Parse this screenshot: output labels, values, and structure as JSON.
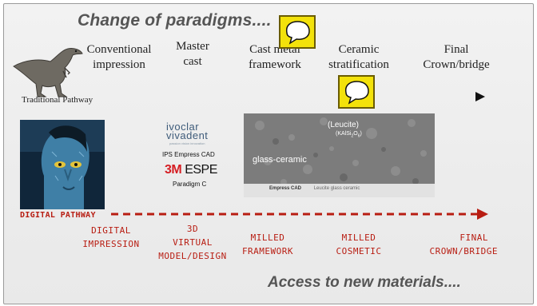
{
  "title": "Change of paradigms....",
  "footer": "Access to new materials....",
  "traditional": {
    "label": "Traditional Pathway",
    "steps": [
      {
        "l1": "Conventional",
        "l2": "impression"
      },
      {
        "l1": "Master",
        "l2": "cast"
      },
      {
        "l1": "Cast metal",
        "l2": "framework"
      },
      {
        "l1": "Ceramic",
        "l2": "stratification"
      },
      {
        "l1": "Final",
        "l2": "Crown/bridge"
      }
    ]
  },
  "digital": {
    "label": "DIGITAL PATHWAY",
    "steps": [
      {
        "l1": "DIGITAL",
        "l2": "IMPRESSION",
        "l3": ""
      },
      {
        "l1": "3D",
        "l2": "VIRTUAL",
        "l3": "MODEL/DESIGN"
      },
      {
        "l1": "MILLED",
        "l2": "FRAMEWORK",
        "l3": ""
      },
      {
        "l1": "MILLED",
        "l2": "COSMETIC",
        "l3": ""
      },
      {
        "l1": "FINAL",
        "l2": "CROWN/BRIDGE",
        "l3": ""
      }
    ]
  },
  "logos": {
    "ivoclar_line1": "ivoclar",
    "ivoclar_line2": "vivadent",
    "ivoclar_tag": "passion vision innovation",
    "ips": "IPS Empress CAD",
    "mespe_3m": "3M",
    "mespe_espe": "ESPE",
    "paradigm": "Paradigm C"
  },
  "sem": {
    "leucite": "(Leucite)",
    "formula": "(KAlSi",
    "formula_sub1": "2",
    "formula_o": "O",
    "formula_sub2": "6",
    "formula_close": ")",
    "glass": "glass-ceramic",
    "caption": "Empress CAD",
    "caption_small": "Leucite glass ceramic"
  },
  "colors": {
    "red": "#b81d12",
    "bubble": "#f3e20b"
  },
  "icons": [
    "dinosaur-icon",
    "speech-bubble-icon",
    "speech-bubble-icon"
  ]
}
